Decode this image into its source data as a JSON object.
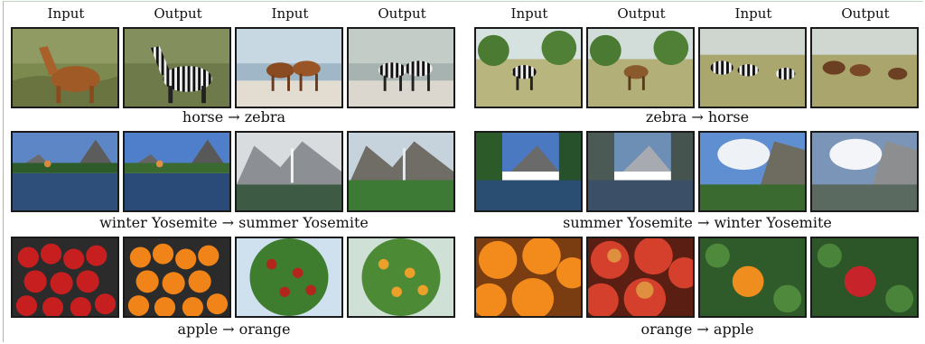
{
  "header_labels": [
    "Input",
    "Output",
    "Input",
    "Output"
  ],
  "panels": [
    {
      "side": "left",
      "rows": [
        {
          "caption": "horse → zebra",
          "tiles": [
            "horse-photo",
            "zebra-photo",
            "horses-beach-photo",
            "zebras-beach-photo"
          ]
        },
        {
          "caption": "winter Yosemite → summer Yosemite",
          "tiles": [
            "summer-lake-photo",
            "summer-lake-photo",
            "winter-valley-photo",
            "summer-valley-photo"
          ]
        },
        {
          "caption": "apple → orange",
          "tiles": [
            "apples-crate-photo",
            "oranges-crate-photo",
            "apple-tree-photo",
            "orange-tree-photo"
          ]
        }
      ]
    },
    {
      "side": "right",
      "rows": [
        {
          "caption": "zebra → horse",
          "tiles": [
            "zebras-savanna-photo",
            "horse-savanna-photo",
            "zebra-herd-photo",
            "horse-herd-photo"
          ]
        },
        {
          "caption": "summer Yosemite → winter Yosemite",
          "tiles": [
            "summer-river-photo",
            "winter-river-photo",
            "summer-cliff-photo",
            "winter-cliff-photo"
          ]
        },
        {
          "caption": "orange → apple",
          "tiles": [
            "oranges-closeup-photo",
            "apples-closeup-photo",
            "orange-on-branch-photo",
            "apple-on-branch-photo"
          ]
        }
      ]
    }
  ]
}
